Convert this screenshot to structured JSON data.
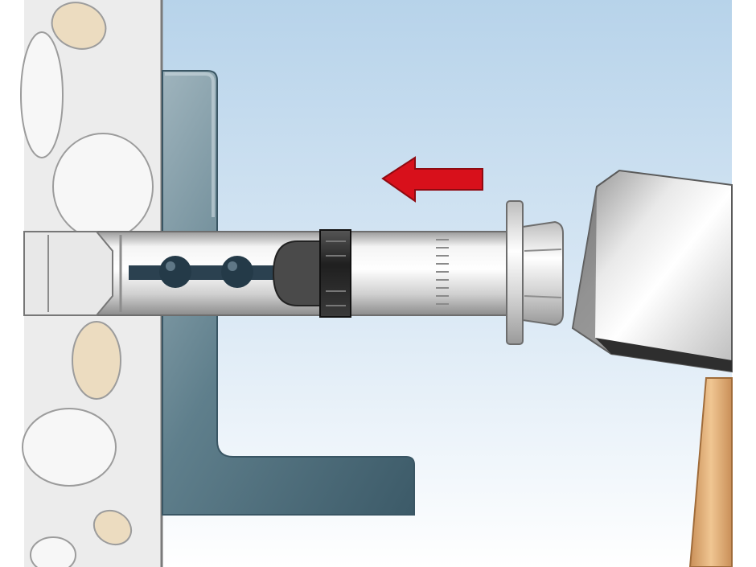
{
  "diagram": {
    "kind": "anchor-installation-step",
    "elements": [
      "concrete-wall",
      "angle-bracket",
      "sleeve-anchor",
      "washer",
      "hex-nut",
      "hammer-head",
      "hammer-handle",
      "insertion-arrow"
    ],
    "arrow_direction": "left"
  },
  "colors": {
    "background_top": "#b7d3ea",
    "background_bottom": "#ffffff",
    "concrete": "#ececec",
    "aggregate_tan": "#ecdcc0",
    "aggregate_white": "#f7f7f7",
    "bracket": "#51717f",
    "bracket_light": "#7f99a4",
    "anchor_silver": "#dcdcdc",
    "anchor_dark": "#2b2b2b",
    "arrow_red": "#d8101b",
    "hammer_steel": "#c9c9c9",
    "hammer_handle": "#e2b381"
  }
}
